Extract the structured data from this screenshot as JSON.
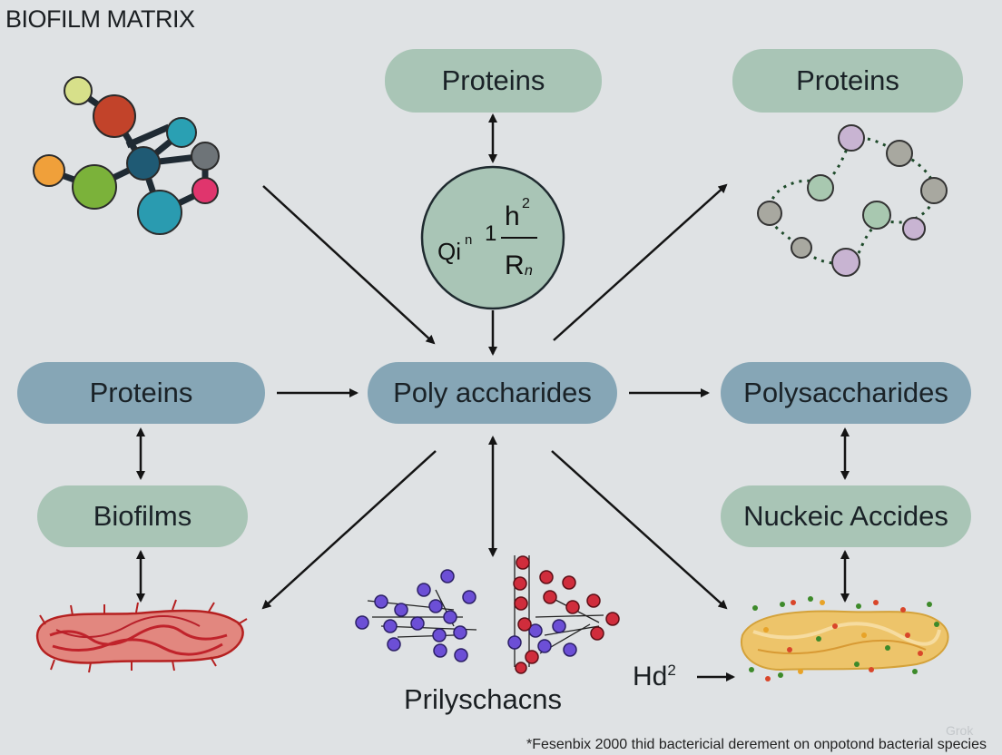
{
  "title": "BIOFILM MATRIX",
  "nodes": {
    "proteins_top_center": "Proteins",
    "proteins_top_right": "Proteins",
    "proteins_left": "Proteins",
    "polysaccharides_center": "Poly accharides",
    "polysaccharides_right": "Polysaccharides",
    "biofilms_left": "Biofilms",
    "nucleic_acids_right": "Nuckeic Accides"
  },
  "formula": {
    "prefix": "Qi",
    "superscript": "n",
    "one": "1",
    "numerator": "h",
    "numerator_exp": "2",
    "denominator": "R",
    "denominator_sub": "n"
  },
  "bottom_center_label": "Prilyschacns",
  "hd2_label": {
    "base": "Hd",
    "exp": "2"
  },
  "footer_note": "*Fesenbix 2000 thid bactericial derement on onpotond bacterial species",
  "watermark": "Grok",
  "colors": {
    "background": "#dfe2e4",
    "green_pill": "#a9c5b6",
    "blue_pill": "#86a6b6",
    "formula_circle": "#a9c5b6"
  }
}
